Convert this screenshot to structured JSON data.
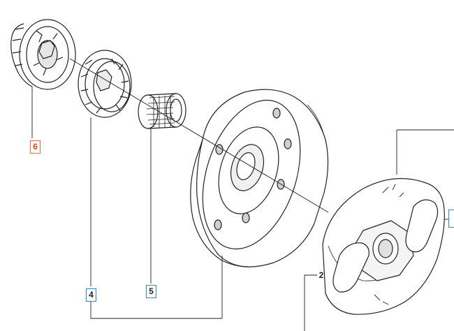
{
  "callouts": {
    "part_6": "6",
    "part_4": "4",
    "part_5": "5",
    "part_2": "2"
  },
  "colors": {
    "highlight_callout": "#e07040",
    "standard_callout": "#2a8fb8",
    "line": "#222222",
    "shade": "#cfcfcf"
  },
  "icons": [
    "drive-sprocket-icon",
    "rim-sprocket-icon",
    "needle-bearing-icon",
    "clutch-drum-icon",
    "clutch-shoe-icon"
  ]
}
